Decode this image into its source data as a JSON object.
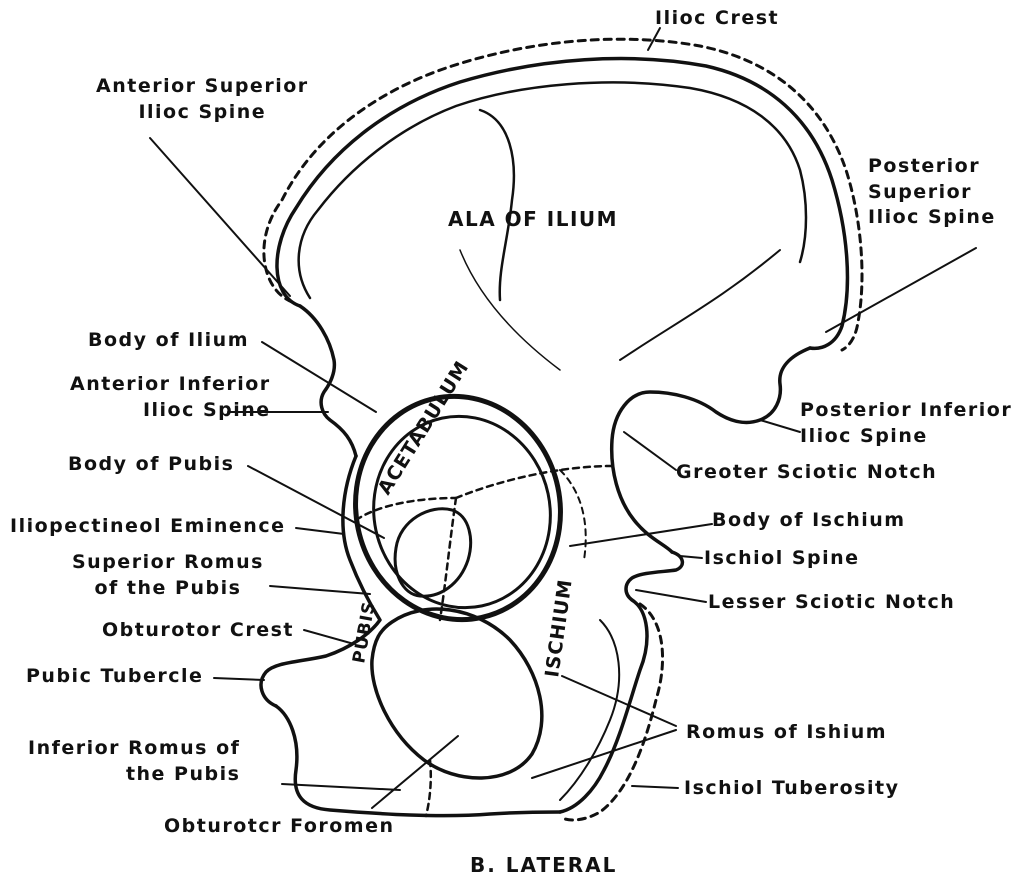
{
  "labels": {
    "iliac_crest": "Ilioc Crest",
    "anterior_superior_iliac_spine": "Anterior Superior\nIlioc Spine",
    "posterior_superior_iliac_spine": "Posterior\nSuperior\nIlioc Spine",
    "ala_of_ilium": "ALA OF ILIUM",
    "body_of_ilium": "Body of Ilium",
    "anterior_inferior_iliac_spine": "Anterior Inferior\nIlioc Spine",
    "posterior_inferior_iliac_spine": "Posterior Inferior\nIlioc Spine",
    "body_of_pubis": "Body of Pubis",
    "greater_sciatic_notch": "Greoter Sciotic Notch",
    "iliopectineal_eminence": "Iliopectineol Eminence",
    "body_of_ischium": "Body of Ischium",
    "superior_ramus_of_pubis": "Superior Romus\nof the Pubis",
    "ischial_spine": "Ischiol Spine",
    "lesser_sciatic_notch": "Lesser Sciotic Notch",
    "obturator_crest": "Obturotor Crest",
    "pubic_tubercle": "Pubic Tubercle",
    "ramus_of_ischium": "Romus of Ishium",
    "inferior_ramus_of_pubis": "Inferior Romus of\nthe Pubis",
    "ischial_tuberosity": "Ischiol Tuberosity",
    "obturator_foramen": "Obturotcr Foromen",
    "acetabulum": "ACETABULUM",
    "pubis": "PUBIS",
    "ischium": "ISCHIUM"
  },
  "caption": "B. LATERAL"
}
